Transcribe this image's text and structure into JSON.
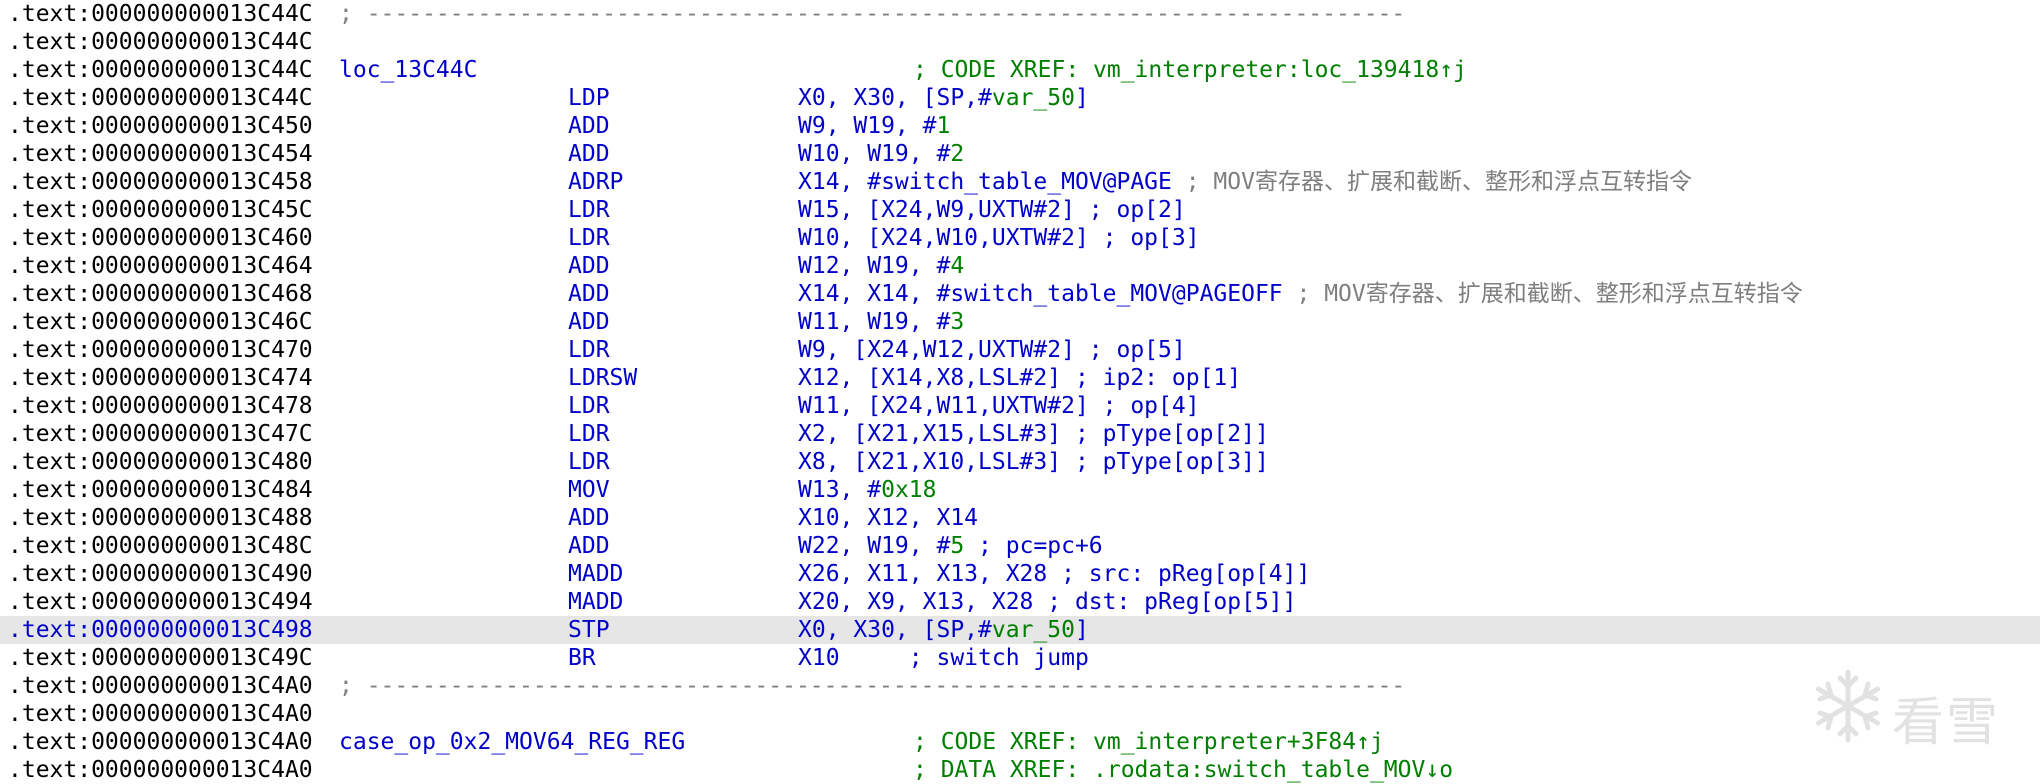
{
  "separator": "; ---------------------------------------------------------------------------",
  "rows": [
    {
      "type": "sep",
      "addr": ".text:000000000013C44C"
    },
    {
      "type": "blank",
      "addr": ".text:000000000013C44C"
    },
    {
      "type": "label",
      "addr": ".text:000000000013C44C",
      "label": "loc_13C44C",
      "xref": "; CODE XREF: vm_interpreter:loc_139418↑j"
    },
    {
      "type": "insn",
      "addr": ".text:000000000013C44C",
      "mnem": "LDP",
      "ops": [
        {
          "t": "X0, X30, [SP,#"
        },
        {
          "t": "var_50",
          "c": "op-num"
        },
        {
          "t": "]"
        }
      ]
    },
    {
      "type": "insn",
      "addr": ".text:000000000013C450",
      "mnem": "ADD",
      "ops": [
        {
          "t": "W9, W19, #"
        },
        {
          "t": "1",
          "c": "op-num"
        }
      ]
    },
    {
      "type": "insn",
      "addr": ".text:000000000013C454",
      "mnem": "ADD",
      "ops": [
        {
          "t": "W10, W19, #"
        },
        {
          "t": "2",
          "c": "op-num"
        }
      ]
    },
    {
      "type": "insn",
      "addr": ".text:000000000013C458",
      "mnem": "ADRP",
      "ops": [
        {
          "t": "X14, #switch_table_MOV@PAGE"
        },
        {
          "t": " ; MOV寄存器、扩展和截断、整形和浮点互转指令",
          "c": "cmt-gray"
        }
      ]
    },
    {
      "type": "insn",
      "addr": ".text:000000000013C45C",
      "mnem": "LDR",
      "ops": [
        {
          "t": "W15, [X24,W9,UXTW#2] ; op[2]"
        }
      ]
    },
    {
      "type": "insn",
      "addr": ".text:000000000013C460",
      "mnem": "LDR",
      "ops": [
        {
          "t": "W10, [X24,W10,UXTW#2] ; op[3]"
        }
      ]
    },
    {
      "type": "insn",
      "addr": ".text:000000000013C464",
      "mnem": "ADD",
      "ops": [
        {
          "t": "W12, W19, #"
        },
        {
          "t": "4",
          "c": "op-num"
        }
      ]
    },
    {
      "type": "insn",
      "addr": ".text:000000000013C468",
      "mnem": "ADD",
      "ops": [
        {
          "t": "X14, X14, #switch_table_MOV@PAGEOFF"
        },
        {
          "t": " ; MOV寄存器、扩展和截断、整形和浮点互转指令",
          "c": "cmt-gray"
        }
      ]
    },
    {
      "type": "insn",
      "addr": ".text:000000000013C46C",
      "mnem": "ADD",
      "ops": [
        {
          "t": "W11, W19, #"
        },
        {
          "t": "3",
          "c": "op-num"
        }
      ]
    },
    {
      "type": "insn",
      "addr": ".text:000000000013C470",
      "mnem": "LDR",
      "ops": [
        {
          "t": "W9, [X24,W12,UXTW#2] ; op[5]"
        }
      ]
    },
    {
      "type": "insn",
      "addr": ".text:000000000013C474",
      "mnem": "LDRSW",
      "ops": [
        {
          "t": "X12, [X14,X8,LSL#2] ; ip2: op[1]"
        }
      ]
    },
    {
      "type": "insn",
      "addr": ".text:000000000013C478",
      "mnem": "LDR",
      "ops": [
        {
          "t": "W11, [X24,W11,UXTW#2] ; op[4]"
        }
      ]
    },
    {
      "type": "insn",
      "addr": ".text:000000000013C47C",
      "mnem": "LDR",
      "ops": [
        {
          "t": "X2, [X21,X15,LSL#3] ; pType[op[2]]"
        }
      ]
    },
    {
      "type": "insn",
      "addr": ".text:000000000013C480",
      "mnem": "LDR",
      "ops": [
        {
          "t": "X8, [X21,X10,LSL#3] ; pType[op[3]]"
        }
      ]
    },
    {
      "type": "insn",
      "addr": ".text:000000000013C484",
      "mnem": "MOV",
      "ops": [
        {
          "t": "W13, #"
        },
        {
          "t": "0x18",
          "c": "op-num"
        }
      ]
    },
    {
      "type": "insn",
      "addr": ".text:000000000013C488",
      "mnem": "ADD",
      "ops": [
        {
          "t": "X10, X12, X14"
        }
      ]
    },
    {
      "type": "insn",
      "addr": ".text:000000000013C48C",
      "mnem": "ADD",
      "ops": [
        {
          "t": "W22, W19, #"
        },
        {
          "t": "5",
          "c": "op-num"
        },
        {
          "t": " ; pc=pc+6"
        }
      ]
    },
    {
      "type": "insn",
      "addr": ".text:000000000013C490",
      "mnem": "MADD",
      "ops": [
        {
          "t": "X26, X11, X13, X28 ; src: pReg[op[4]]"
        }
      ]
    },
    {
      "type": "insn",
      "addr": ".text:000000000013C494",
      "mnem": "MADD",
      "ops": [
        {
          "t": "X20, X9, X13, X28 ; dst: pReg[op[5]]"
        }
      ]
    },
    {
      "type": "insn",
      "addr": ".text:000000000013C498",
      "mnem": "STP",
      "selected": true,
      "ops": [
        {
          "t": "X0, X30, [SP,#"
        },
        {
          "t": "var_50",
          "c": "op-num"
        },
        {
          "t": "]"
        }
      ]
    },
    {
      "type": "insn",
      "addr": ".text:000000000013C49C",
      "mnem": "BR",
      "ops": [
        {
          "t": "X10     ; switch jump"
        }
      ]
    },
    {
      "type": "sep",
      "addr": ".text:000000000013C4A0"
    },
    {
      "type": "blank",
      "addr": ".text:000000000013C4A0"
    },
    {
      "type": "label",
      "addr": ".text:000000000013C4A0",
      "label": "case_op_0x2_MOV64_REG_REG",
      "xref": "; CODE XREF: vm_interpreter+3F84↑j"
    },
    {
      "type": "xref2",
      "addr": ".text:000000000013C4A0",
      "xref": "; DATA XREF: .rodata:switch_table_MOV↓o"
    }
  ],
  "watermark": {
    "text": "看雪",
    "icon": "snowflake-icon",
    "color": "#808080"
  },
  "colors": {
    "blue": "#0000c8",
    "green": "#007f00",
    "gray": "#7f7f7f",
    "selection": "#e6e6e6"
  }
}
